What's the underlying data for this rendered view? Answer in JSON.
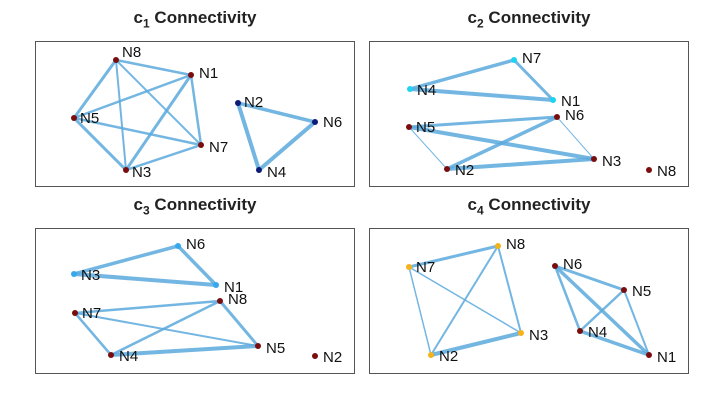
{
  "colors": {
    "edge": "#5aa9dd",
    "node_dark_red": "#7a0d0d",
    "node_navy": "#0c1a78",
    "node_cyan": "#1fd3f0",
    "node_orange": "#f5b21a",
    "node_sky": "#35a8ee"
  },
  "panels": [
    {
      "title_prefix": "c",
      "title_sub": "1",
      "title_suffix": " Connectivity",
      "nodes": [
        {
          "id": "N8",
          "label": "N8",
          "color": "#7a0d0d"
        },
        {
          "id": "N1",
          "label": "N1",
          "color": "#7a0d0d"
        },
        {
          "id": "N5",
          "label": "N5",
          "color": "#7a0d0d"
        },
        {
          "id": "N7",
          "label": "N7",
          "color": "#7a0d0d"
        },
        {
          "id": "N3",
          "label": "N3",
          "color": "#7a0d0d"
        },
        {
          "id": "N2",
          "label": "N2",
          "color": "#0c1a78"
        },
        {
          "id": "N6",
          "label": "N6",
          "color": "#0c1a78"
        },
        {
          "id": "N4",
          "label": "N4",
          "color": "#0c1a78"
        }
      ],
      "edges": [
        {
          "from": "N8",
          "to": "N1",
          "weight": 2.5
        },
        {
          "from": "N8",
          "to": "N5",
          "weight": 3
        },
        {
          "from": "N8",
          "to": "N3",
          "weight": 2
        },
        {
          "from": "N8",
          "to": "N7",
          "weight": 2
        },
        {
          "from": "N1",
          "to": "N5",
          "weight": 2.5
        },
        {
          "from": "N1",
          "to": "N3",
          "weight": 3
        },
        {
          "from": "N1",
          "to": "N7",
          "weight": 2.5
        },
        {
          "from": "N5",
          "to": "N3",
          "weight": 3
        },
        {
          "from": "N5",
          "to": "N7",
          "weight": 2.5
        },
        {
          "from": "N3",
          "to": "N7",
          "weight": 2.5
        },
        {
          "from": "N2",
          "to": "N6",
          "weight": 3.5
        },
        {
          "from": "N2",
          "to": "N4",
          "weight": 4
        },
        {
          "from": "N6",
          "to": "N4",
          "weight": 4
        }
      ]
    },
    {
      "title_prefix": "c",
      "title_sub": "2",
      "title_suffix": " Connectivity",
      "nodes": [
        {
          "id": "N7",
          "label": "N7",
          "color": "#1fd3f0"
        },
        {
          "id": "N4",
          "label": "N4",
          "color": "#1fd3f0"
        },
        {
          "id": "N1",
          "label": "N1",
          "color": "#1fd3f0"
        },
        {
          "id": "N5",
          "label": "N5",
          "color": "#7a0d0d"
        },
        {
          "id": "N6",
          "label": "N6",
          "color": "#7a0d0d"
        },
        {
          "id": "N2",
          "label": "N2",
          "color": "#7a0d0d"
        },
        {
          "id": "N3",
          "label": "N3",
          "color": "#7a0d0d"
        },
        {
          "id": "N8",
          "label": "N8",
          "color": "#7a0d0d"
        }
      ],
      "edges": [
        {
          "from": "N7",
          "to": "N4",
          "weight": 3.5
        },
        {
          "from": "N7",
          "to": "N1",
          "weight": 3
        },
        {
          "from": "N4",
          "to": "N1",
          "weight": 4
        },
        {
          "from": "N5",
          "to": "N6",
          "weight": 3
        },
        {
          "from": "N5",
          "to": "N3",
          "weight": 4
        },
        {
          "from": "N5",
          "to": "N2",
          "weight": 1
        },
        {
          "from": "N6",
          "to": "N2",
          "weight": 3.5
        },
        {
          "from": "N6",
          "to": "N3",
          "weight": 1
        },
        {
          "from": "N2",
          "to": "N3",
          "weight": 4
        }
      ]
    },
    {
      "title_prefix": "c",
      "title_sub": "3",
      "title_suffix": " Connectivity",
      "nodes": [
        {
          "id": "N6",
          "label": "N6",
          "color": "#35a8ee"
        },
        {
          "id": "N3",
          "label": "N3",
          "color": "#35a8ee"
        },
        {
          "id": "N1",
          "label": "N1",
          "color": "#35a8ee"
        },
        {
          "id": "N8",
          "label": "N8",
          "color": "#7a0d0d"
        },
        {
          "id": "N7",
          "label": "N7",
          "color": "#7a0d0d"
        },
        {
          "id": "N5",
          "label": "N5",
          "color": "#7a0d0d"
        },
        {
          "id": "N4",
          "label": "N4",
          "color": "#7a0d0d"
        },
        {
          "id": "N2",
          "label": "N2",
          "color": "#7a0d0d"
        }
      ],
      "edges": [
        {
          "from": "N6",
          "to": "N3",
          "weight": 3.5
        },
        {
          "from": "N6",
          "to": "N1",
          "weight": 3.5
        },
        {
          "from": "N3",
          "to": "N1",
          "weight": 4
        },
        {
          "from": "N7",
          "to": "N8",
          "weight": 2.5
        },
        {
          "from": "N7",
          "to": "N5",
          "weight": 2
        },
        {
          "from": "N4",
          "to": "N8",
          "weight": 2.5
        },
        {
          "from": "N4",
          "to": "N5",
          "weight": 4
        },
        {
          "from": "N8",
          "to": "N5",
          "weight": 3
        },
        {
          "from": "N7",
          "to": "N4",
          "weight": 2.5
        }
      ]
    },
    {
      "title_prefix": "c",
      "title_sub": "4",
      "title_suffix": " Connectivity",
      "nodes": [
        {
          "id": "N8",
          "label": "N8",
          "color": "#f5b21a"
        },
        {
          "id": "N7",
          "label": "N7",
          "color": "#f5b21a"
        },
        {
          "id": "N3",
          "label": "N3",
          "color": "#f5b21a"
        },
        {
          "id": "N2",
          "label": "N2",
          "color": "#f5b21a"
        },
        {
          "id": "N6",
          "label": "N6",
          "color": "#7a0d0d"
        },
        {
          "id": "N5",
          "label": "N5",
          "color": "#7a0d0d"
        },
        {
          "id": "N4",
          "label": "N4",
          "color": "#7a0d0d"
        },
        {
          "id": "N1",
          "label": "N1",
          "color": "#7a0d0d"
        }
      ],
      "edges": [
        {
          "from": "N7",
          "to": "N8",
          "weight": 3
        },
        {
          "from": "N7",
          "to": "N3",
          "weight": 1.5
        },
        {
          "from": "N7",
          "to": "N2",
          "weight": 1.5
        },
        {
          "from": "N8",
          "to": "N3",
          "weight": 2
        },
        {
          "from": "N8",
          "to": "N2",
          "weight": 2
        },
        {
          "from": "N2",
          "to": "N3",
          "weight": 4
        },
        {
          "from": "N6",
          "to": "N5",
          "weight": 3
        },
        {
          "from": "N6",
          "to": "N1",
          "weight": 3.5
        },
        {
          "from": "N5",
          "to": "N4",
          "weight": 2.5
        },
        {
          "from": "N4",
          "to": "N1",
          "weight": 3.5
        },
        {
          "from": "N6",
          "to": "N4",
          "weight": 2.5
        },
        {
          "from": "N5",
          "to": "N1",
          "weight": 2
        }
      ]
    }
  ]
}
